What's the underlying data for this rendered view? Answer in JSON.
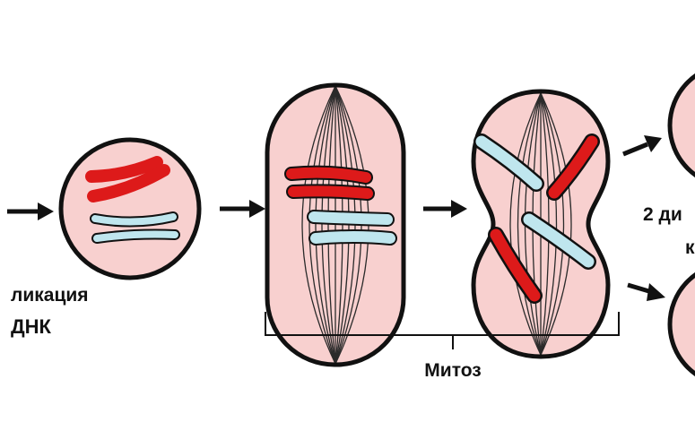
{
  "labels": {
    "replication_line1": "ликация",
    "replication_line2": "ДНК",
    "mitosis": "Митоз",
    "daughter_line1": "2 ди",
    "daughter_line2": "к"
  },
  "colors": {
    "cell_fill": "#f8d0cf",
    "outline": "#111111",
    "chromosome_red": "#dd1a1a",
    "chromosome_blue": "#bfe6ee",
    "spindle": "#2a2a2a"
  }
}
